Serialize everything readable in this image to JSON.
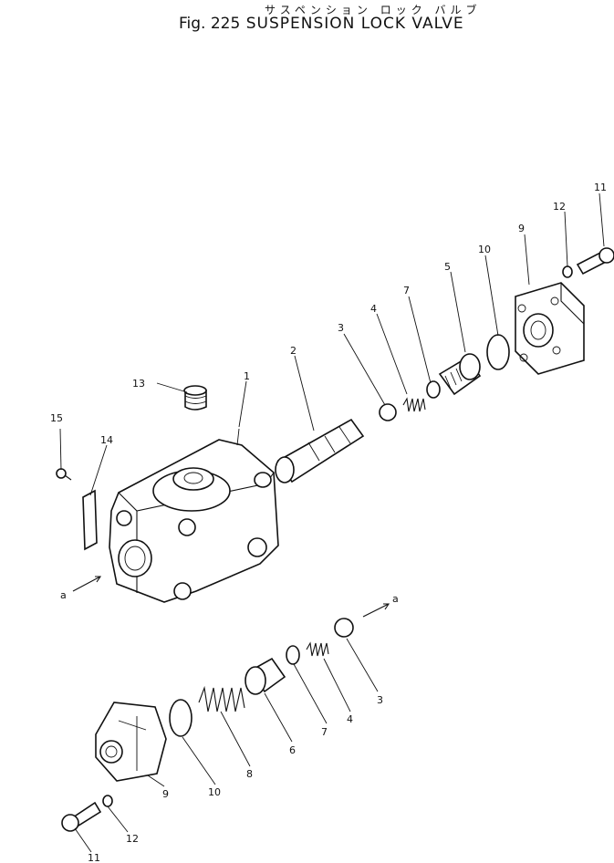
{
  "title": {
    "japanese": "サスペンション ロック バルブ",
    "figure": "Fig. 225",
    "english": "SUSPENSION LOCK VALVE"
  },
  "callouts": [
    "1",
    "2",
    "3",
    "4",
    "5",
    "6",
    "7",
    "8",
    "9",
    "10",
    "11",
    "12",
    "13",
    "14",
    "15"
  ],
  "view_marker": "a"
}
